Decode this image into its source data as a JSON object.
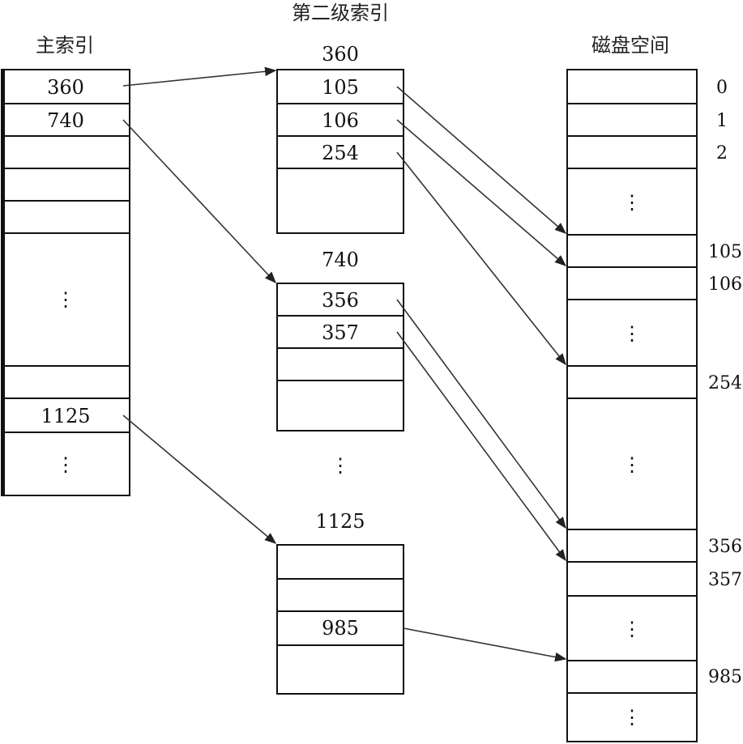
{
  "titles": {
    "main": "主索引",
    "second": "第二级索引",
    "disk": "磁盘空间"
  },
  "main_index": {
    "cells": [
      "360",
      "740",
      "",
      "",
      "",
      "⋮",
      "",
      "1125",
      "⋮"
    ]
  },
  "second_level": {
    "groups": [
      {
        "label": "360",
        "cells": [
          "105",
          "106",
          "254",
          ""
        ]
      },
      {
        "label": "740",
        "cells": [
          "356",
          "357",
          "",
          ""
        ]
      },
      {
        "label": "1125",
        "cells": [
          "",
          "",
          "985",
          ""
        ]
      }
    ],
    "gap": "⋮"
  },
  "disk": {
    "cells": [
      "",
      "",
      "",
      "⋮",
      "",
      "",
      "⋮",
      "",
      "⋮",
      "",
      "",
      "⋮",
      "",
      "⋮"
    ],
    "addresses": [
      "0",
      "1",
      "2",
      "105",
      "106",
      "254",
      "356",
      "357",
      "985"
    ]
  },
  "pointers": [
    {
      "from": "main:360",
      "to": "second:360"
    },
    {
      "from": "main:740",
      "to": "second:740"
    },
    {
      "from": "main:1125",
      "to": "second:1125"
    },
    {
      "from": "second:105",
      "to": "disk:105"
    },
    {
      "from": "second:106",
      "to": "disk:106"
    },
    {
      "from": "second:254",
      "to": "disk:254"
    },
    {
      "from": "second:356",
      "to": "disk:356"
    },
    {
      "from": "second:357",
      "to": "disk:357"
    },
    {
      "from": "second:985",
      "to": "disk:985"
    }
  ]
}
